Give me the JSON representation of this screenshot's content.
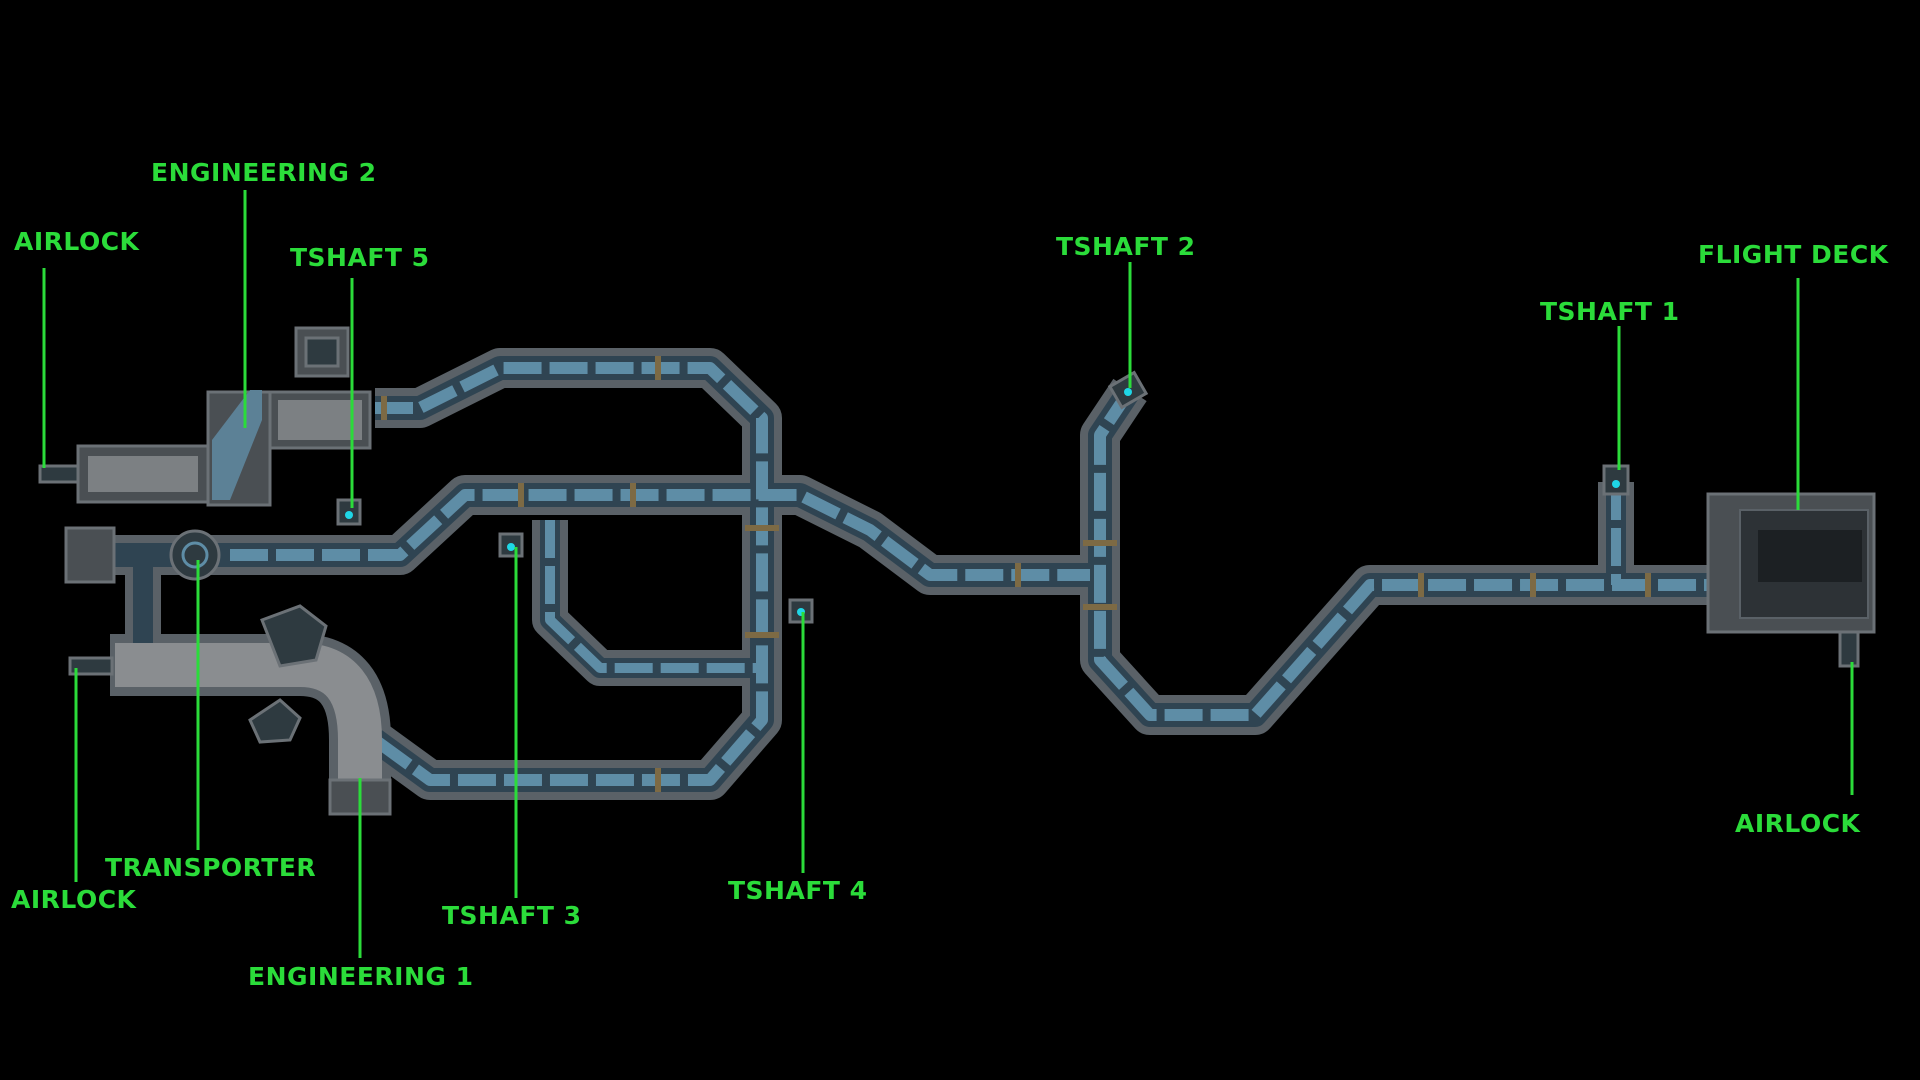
{
  "map": {
    "background": "#000000",
    "label_color": "#2bdc3a",
    "corridor_color": "#5e8da6",
    "labels": {
      "airlock_top_left": "AIRLOCK",
      "engineering_2": "ENGINEERING 2",
      "tshaft_5": "TSHAFT 5",
      "tshaft_2": "TSHAFT 2",
      "tshaft_1": "TSHAFT 1",
      "flight_deck": "FLIGHT DECK",
      "airlock_right": "AIRLOCK",
      "airlock_bottom_left": "AIRLOCK",
      "transporter": "TRANSPORTER",
      "engineering_1": "ENGINEERING 1",
      "tshaft_3": "TSHAFT 3",
      "tshaft_4": "TSHAFT 4"
    }
  }
}
